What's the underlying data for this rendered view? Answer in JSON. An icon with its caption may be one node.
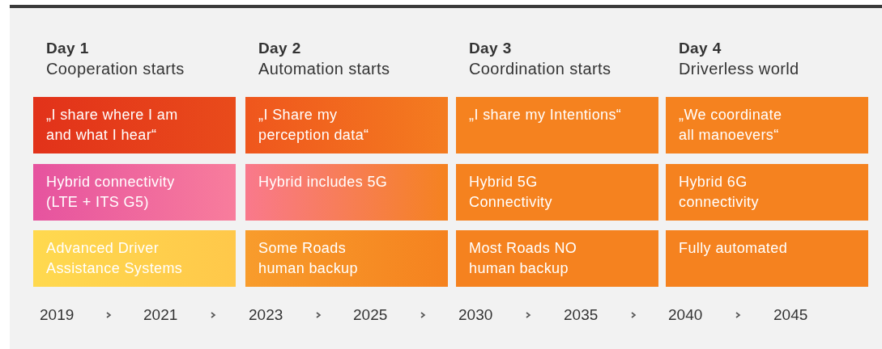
{
  "diagram": {
    "nodes": [
      {
        "text": [
          "„I share where I am and what I hear“"
        ]
      },
      {
        "text": [
          "„I Share my perception data“"
        ]
      },
      {
        "text": [
          "„I share my Intentions“"
        ]
      },
      {
        "text": [
          "„We coordinate all manoevers“"
        ]
      },
      {
        "text": [
          "Hybrid connectivity (LTE + ITS G5)"
        ]
      },
      {
        "text": [
          "Hybrid includes 5G"
        ]
      },
      {
        "text": [
          "Hybrid 5G Connectivity"
        ]
      },
      {
        "text": [
          "Hybrid 6G connectivity"
        ]
      },
      {
        "text": [
          "Advanced Driver Assistance Systems"
        ]
      },
      {
        "text": [
          "Some Roads human backup"
        ]
      },
      {
        "text": [
          "Most Roads NO human backup"
        ]
      },
      {
        "text": [
          "Fully automated"
        ]
      }
    ],
    "labels": [
      "Day 1",
      "Cooperation starts",
      "Day 2",
      "Automation starts",
      "Day 3",
      "Coordination starts",
      "Day 4",
      "Driverless world",
      "2019",
      "2021",
      "2023",
      "2025",
      "2030",
      "2035",
      "2040",
      "2045"
    ]
  }
}
